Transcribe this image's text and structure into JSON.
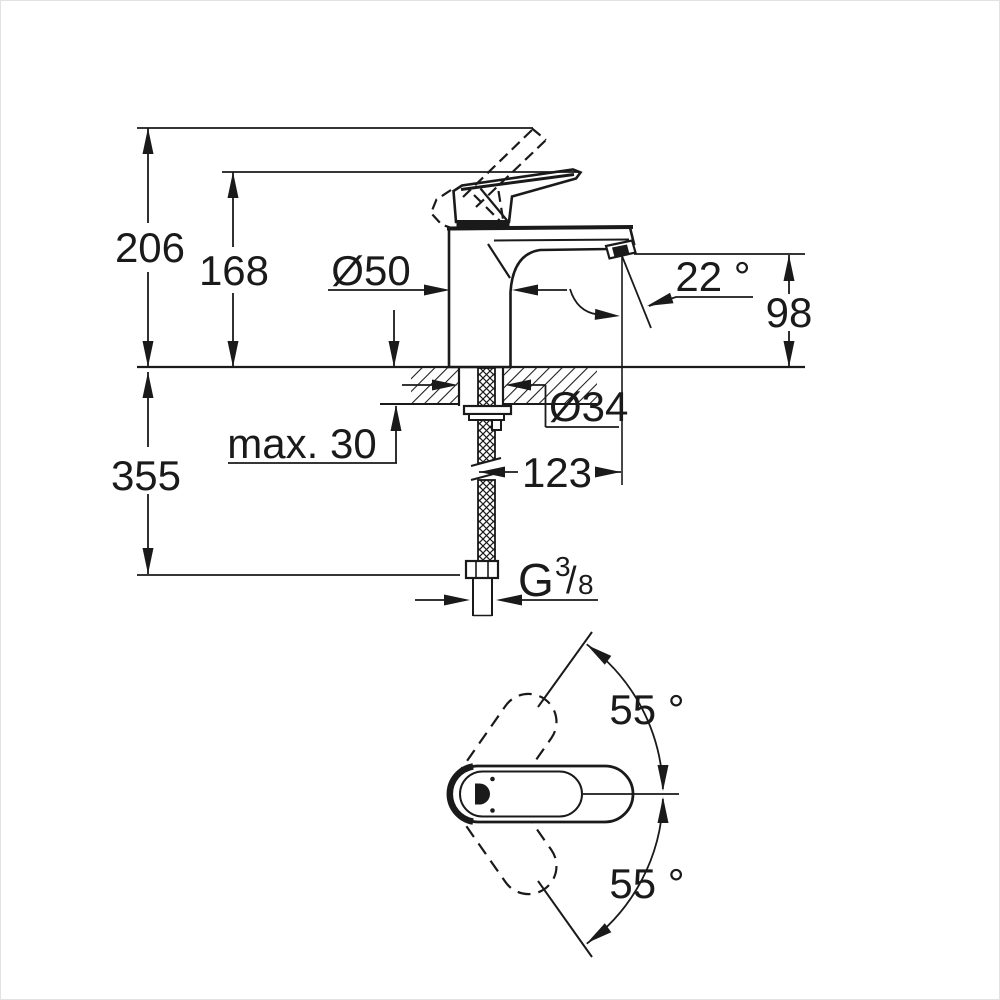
{
  "drawing": {
    "side_view": {
      "total_height": "206",
      "spout_tip_height": "168",
      "body_diameter": "Ø50",
      "aerator_angle": "22 °",
      "outlet_height": "98",
      "hose_drop": "355",
      "max_deck_thickness": "max. 30",
      "hole_diameter": "Ø34",
      "spout_reach": "123",
      "thread": {
        "prefix": "G",
        "numerator": "3",
        "slash": "/",
        "denominator": "8"
      }
    },
    "top_view": {
      "handle_swing_up": "55 °",
      "handle_swing_down": "55 °"
    },
    "colors": {
      "line": "#1a1a1a",
      "background": "#ffffff"
    }
  }
}
